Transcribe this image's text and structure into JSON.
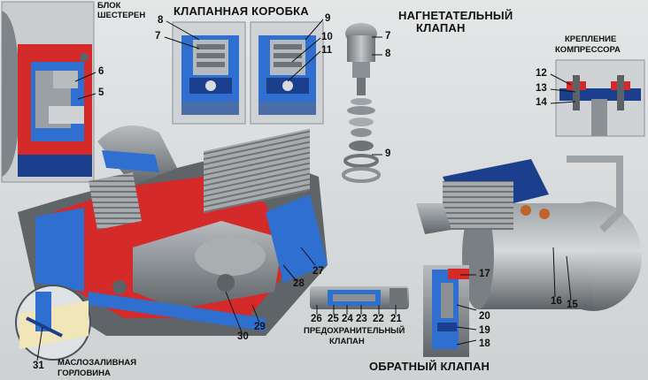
{
  "titles": {
    "gear_block": [
      "БЛОК",
      "ШЕСТЕРЕН"
    ],
    "valve_box": "КЛАПАННАЯ КОРОБКА",
    "delivery_valve": [
      "НАГНЕТАТЕЛЬНЫЙ",
      "КЛАПАН"
    ],
    "compressor_mount": [
      "КРЕПЛЕНИЕ",
      "КОМПРЕССОРА"
    ],
    "safety_valve": [
      "ПРЕДОХРАНИТЕЛЬНЫЙ",
      "КЛАПАН"
    ],
    "check_valve": "ОБРАТНЫЙ КЛАПАН",
    "oil_filler": [
      "МАСЛОЗАЛИВНАЯ",
      "ГОРЛОВИНА"
    ]
  },
  "callouts": [
    "5",
    "6",
    "7",
    "8",
    "9",
    "10",
    "11",
    "7",
    "8",
    "9",
    "12",
    "13",
    "14",
    "15",
    "16",
    "17",
    "18",
    "19",
    "20",
    "21",
    "22",
    "23",
    "24",
    "25",
    "26",
    "27",
    "28",
    "29",
    "30",
    "31"
  ],
  "colors": {
    "red": "#d42a2a",
    "blue": "#2f6fd0",
    "dark_blue": "#1b3f8c",
    "metal": "#8a8f93",
    "dark_metal": "#4d5256",
    "inset_bg": "#cfd3d6"
  }
}
